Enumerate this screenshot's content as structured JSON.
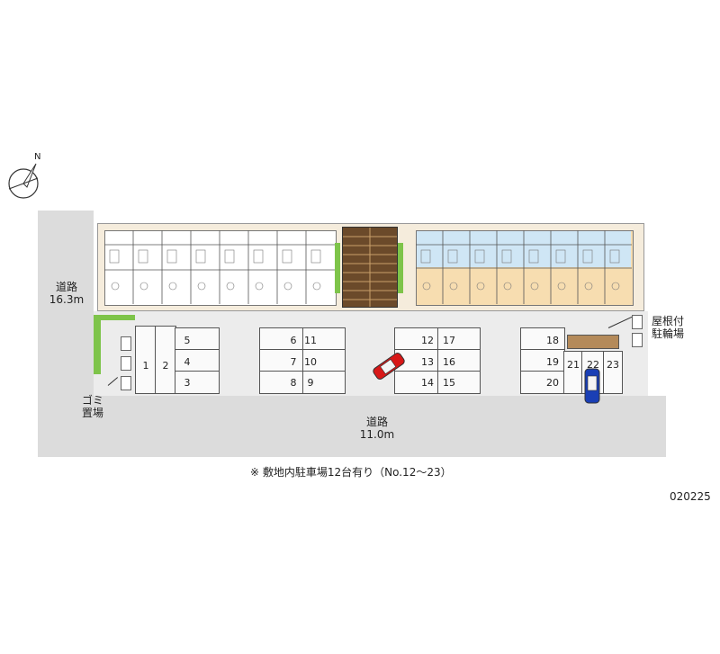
{
  "roads": {
    "west_label_line1": "道路",
    "west_label_line2": "16.3m",
    "south_label_line1": "道路",
    "south_label_line2": "11.0m"
  },
  "facilities": {
    "garbage_line1": "ゴミ",
    "garbage_line2": "置場",
    "bike_line1": "屋根付",
    "bike_line2": "駐輪場"
  },
  "compass": {
    "north_label": "N"
  },
  "parking_numbers": {
    "b1": "1",
    "b2": "2",
    "b3": "3",
    "b4": "4",
    "b5": "5",
    "b6": "6",
    "b7": "7",
    "b8": "8",
    "b9": "9",
    "b10": "10",
    "b11": "11",
    "b12": "12",
    "b13": "13",
    "b14": "14",
    "b15": "15",
    "b16": "16",
    "b17": "17",
    "b18": "18",
    "b19": "19",
    "b20": "20",
    "b21": "21",
    "b22": "22",
    "b23": "23"
  },
  "footer_note": "※ 敷地内駐車場12台有り（No.12〜23）",
  "image_code": "020225",
  "colors": {
    "road": "#dcdcdc",
    "building_highlight_blue": "#cfe6f5",
    "building_highlight_orange": "#f7ddb0",
    "green_strip": "#7ec44a",
    "stairs": "#6b4a2a",
    "red_car": "#d81818",
    "blue_car": "#1a3fb5"
  }
}
